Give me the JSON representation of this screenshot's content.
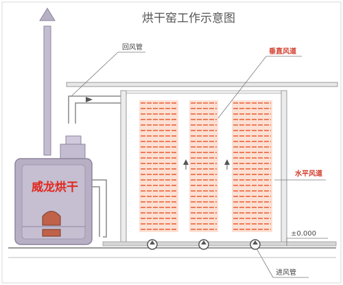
{
  "title": "烘干窑工作示意图",
  "labels": {
    "return_duct": "回风管",
    "vertical_duct": "垂直风道",
    "horizontal_duct": "水平风道",
    "elevation": "±0.000",
    "inlet_duct": "进风管",
    "furnace_brand": "威龙烘干"
  },
  "colors": {
    "frame": "#c8c8c8",
    "border": "#d9d9d9",
    "furnace": "#b7b0c4",
    "furnace_dark": "#8d849d",
    "firebox": "#c0614a",
    "brand_red": "#e0281d",
    "rack_fill": "#fde0d4",
    "rack_bar": "#e85a2e",
    "label_red": "#d23c2a",
    "line": "#555555"
  }
}
